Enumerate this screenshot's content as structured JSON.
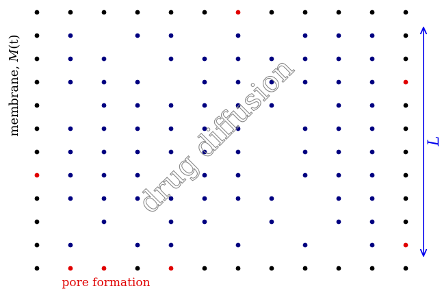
{
  "labels": {
    "membrane": "membrane, M(t)",
    "membrane_text": "membrane, ",
    "membrane_math": "M",
    "membrane_arg": "(t)",
    "length": "L",
    "drug_diffusion": "drug diffusion",
    "pore_formation": "pore formation"
  },
  "colors": {
    "boundary": "#000000",
    "interior": "#000080",
    "pore": "#e00000",
    "arrow": "#0000ee",
    "watermark": "#888888",
    "pore_label": "#e00000"
  },
  "grid": {
    "columns": 12,
    "rows": 12,
    "legend": {
      "B": "boundary",
      "I": "interior",
      "P": "pore",
      ".": "empty"
    },
    "cells": [
      "BBBBBBPBBBBB",
      "BI.II.I.IIIB",
      "BII.IIIIIIIB",
      "BIII.IIIIIIP",
      "B.IIIIII.IIB",
      "BIIIIII.IIIB",
      "BIIIIII.IIIB",
      "PIII.II.IIIB",
      "BIIIIIII.IIB",
      "B.I.II.I.IIB",
      "BI.II.I.I.IP",
      "BPPBPBBBBBBB"
    ]
  }
}
